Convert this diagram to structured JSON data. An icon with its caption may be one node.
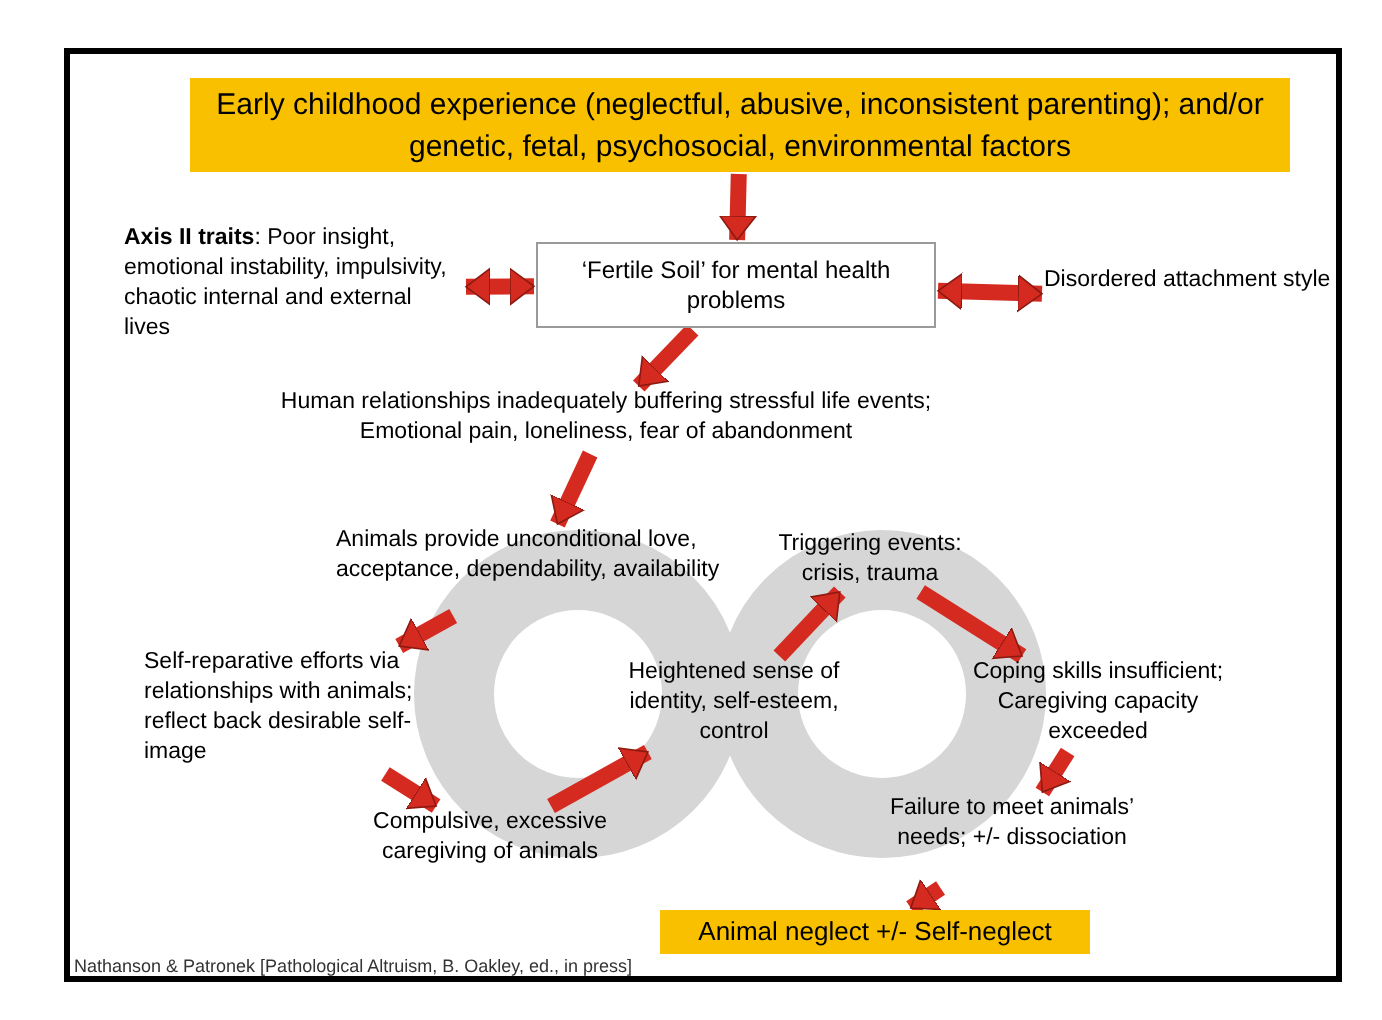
{
  "diagram": {
    "nodes": [
      {
        "text": [
          "Early childhood experience (neglectful, abusive, inconsistent parenting); and/or genetic, fetal, psychosocial, environmental factors"
        ]
      },
      {
        "text": [
          "**Axis II traits**: Poor insight, emotional instability, impulsivity, chaotic internal and external lives"
        ]
      },
      {
        "text": [
          "‘Fertile Soil’ for mental health problems"
        ]
      },
      {
        "text": [
          "Disordered attachment style"
        ]
      },
      {
        "text": [
          "Human relationships inadequately buffering stressful life events; Emotional pain, loneliness, fear of abandonment"
        ]
      },
      {
        "text": [
          "Animals provide unconditional love, acceptance, dependability, availability"
        ]
      },
      {
        "text": [
          "Self-reparative efforts via relationships with animals; reflect back desirable self-image"
        ]
      },
      {
        "text": [
          "Compulsive, excessive caregiving of animals"
        ]
      },
      {
        "text": [
          "Heightened sense of identity, self-esteem, control"
        ]
      },
      {
        "text": [
          "Triggering events: crisis, trauma"
        ]
      },
      {
        "text": [
          "Coping skills insufficient; Caregiving capacity exceeded"
        ]
      },
      {
        "text": [
          "Failure to meet animals’ needs; +/- dissociation"
        ]
      },
      {
        "text": [
          "Animal neglect +/- Self-neglect"
        ]
      }
    ],
    "edges": [
      {
        "from": 0,
        "to": 2,
        "arrow": "to"
      },
      {
        "from": 2,
        "to": 1,
        "arrow": "both"
      },
      {
        "from": 2,
        "to": 3,
        "arrow": "both"
      },
      {
        "from": 2,
        "to": 4,
        "arrow": "to"
      },
      {
        "from": 4,
        "to": 5,
        "arrow": "to"
      },
      {
        "from": 5,
        "to": 6,
        "arrow": "to"
      },
      {
        "from": 6,
        "to": 7,
        "arrow": "to"
      },
      {
        "from": 7,
        "to": 8,
        "arrow": "to"
      },
      {
        "from": 8,
        "to": 9,
        "arrow": "to"
      },
      {
        "from": 9,
        "to": 10,
        "arrow": "to"
      },
      {
        "from": 10,
        "to": 11,
        "arrow": "to"
      },
      {
        "from": 11,
        "to": 12,
        "arrow": "to"
      }
    ],
    "labels": [
      "Nathanson & Patronek [Pathological Altruism, B. Oakley, ed., in press]"
    ]
  }
}
